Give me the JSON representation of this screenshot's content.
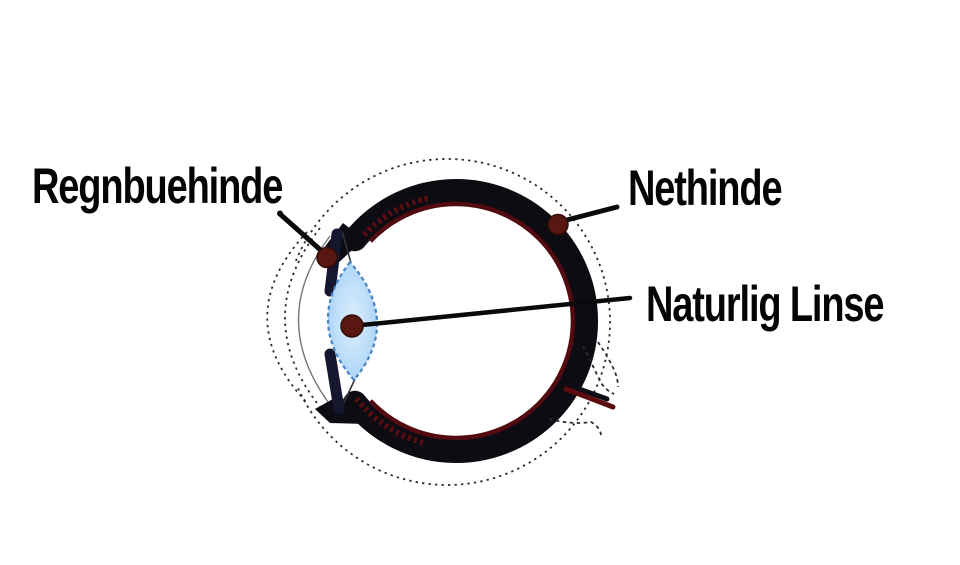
{
  "diagram": {
    "title": "eye-cross-section",
    "labels": {
      "iris": "Regnbuehinde",
      "retina": "Nethinde",
      "lens": "Naturlig Linse"
    },
    "colors": {
      "background": "#ffffff",
      "label_text": "#050505",
      "sclera_ring": "#0c0c12",
      "retina_lining": "#520b10",
      "ciliary_hatching": "#5c0d12",
      "optic_nerve_vessel": "#5c0b0e",
      "marker_dot": "#591712",
      "marker_dot_edge": "#330a06",
      "iris_bar": "#16162e",
      "lens_fill": "#aed5f6",
      "lens_fill_center": "#ddeefd",
      "lens_border": "#4a84c4",
      "leader_line": "#0a0a0a",
      "outline_dash": "#2b2b2b",
      "cornea_inner_line": "#777777"
    }
  }
}
